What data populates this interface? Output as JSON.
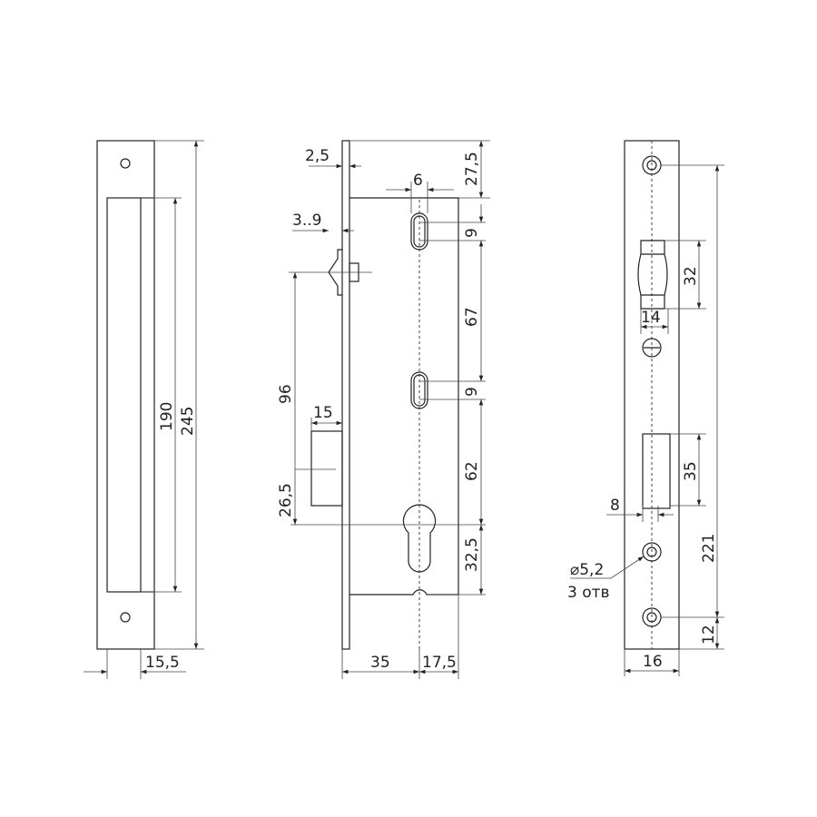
{
  "left_view": {
    "dim_190": "190",
    "dim_245": "245",
    "dim_15_5": "15,5"
  },
  "middle_view": {
    "dim_2_5": "2,5",
    "dim_27_5": "27,5",
    "dim_6": "6",
    "dim_3_9": "3..9",
    "dim_9_top": "9",
    "dim_67": "67",
    "dim_9_mid": "9",
    "dim_96": "96",
    "dim_15": "15",
    "dim_62": "62",
    "dim_26_5": "26,5",
    "dim_32_5": "32,5",
    "dim_35": "35",
    "dim_17_5": "17,5"
  },
  "right_view": {
    "dim_32": "32",
    "dim_14": "14",
    "dim_35": "35",
    "dim_8": "8",
    "hole_diameter": "⌀5,2",
    "hole_count": "3 отв",
    "dim_221": "221",
    "dim_12": "12",
    "dim_16": "16"
  }
}
